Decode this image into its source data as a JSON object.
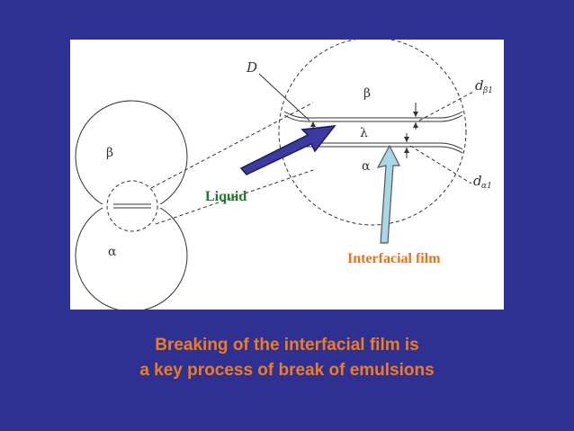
{
  "diagram": {
    "labels": {
      "D": "D",
      "beta_left": "β",
      "alpha_left": "α",
      "beta_right": "β",
      "lambda": "λ",
      "alpha_right": "α",
      "d_beta_main": "d",
      "d_beta_sub": "β1",
      "d_alpha_main": "d",
      "d_alpha_sub": "α1"
    },
    "callouts": {
      "liquid": "Liquid",
      "interfacial_film": "Interfacial film"
    },
    "colors": {
      "background": "#2e3192",
      "panel": "#ffffff",
      "liquid_arrow": "#3a3aa0",
      "film_arrow": "#a8d8e8",
      "liquid_text": "#1e7a2a",
      "film_text": "#e8731c"
    }
  },
  "caption": {
    "line1": "Breaking of the interfacial film is",
    "line2": "a key process of break of emulsions"
  }
}
